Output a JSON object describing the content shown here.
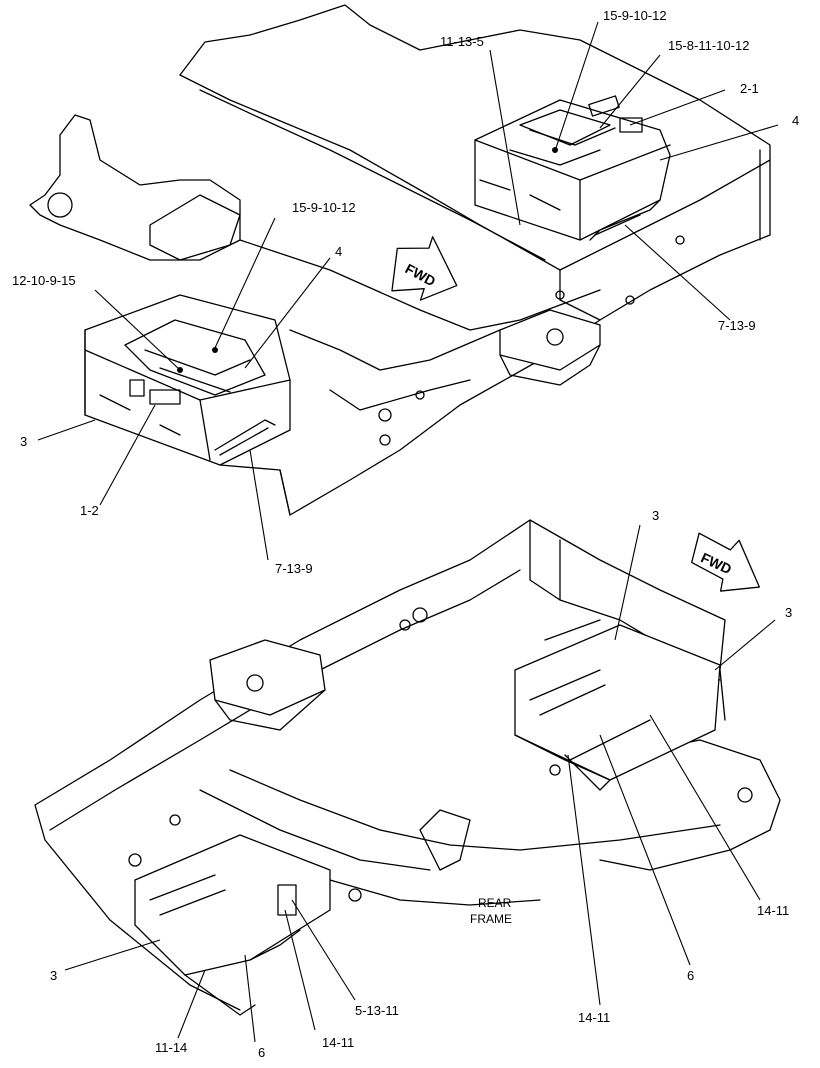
{
  "direction_labels": {
    "top": "FWD",
    "bottom": "FWD"
  },
  "frame_label": {
    "line1": "REAR",
    "line2": "FRAME"
  },
  "top_view": {
    "callouts": [
      "15-9-10-12",
      "11-13-5",
      "15-8-11-10-12",
      "2-1",
      "4",
      "15-9-10-12",
      "4",
      "12-10-9-15",
      "3",
      "1-2",
      "7-13-9",
      "7-13-9"
    ]
  },
  "bottom_view": {
    "callouts": [
      "3",
      "3",
      "3",
      "14-11",
      "6",
      "14-11",
      "5-13-11",
      "11-14",
      "6",
      "14-11"
    ]
  }
}
